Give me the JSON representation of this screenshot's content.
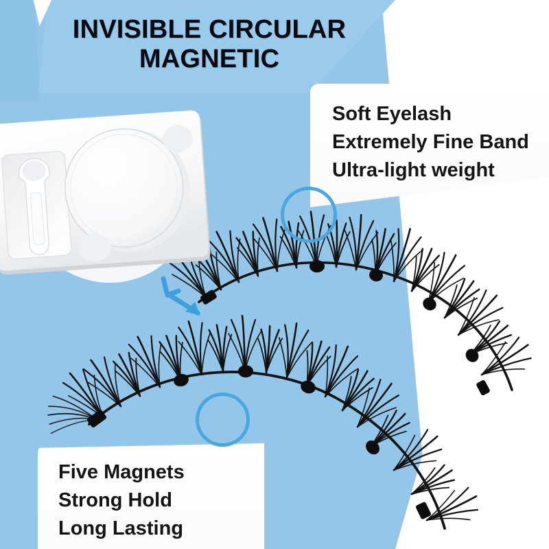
{
  "palette": {
    "background_blue": "#93c6e9",
    "banner_blue": "#9bcbea",
    "accent_blue": "#4ba5de",
    "callout_white": "#fcfcfc",
    "text_dark": "#0a0a14",
    "lash_black": "#111111"
  },
  "banner": {
    "title": "INVISIBLE CIRCULAR\nMAGNETIC"
  },
  "callout_top_right": {
    "lines": [
      "Soft Eyelash",
      "Extremely Fine Band",
      "Ultra-light weight"
    ]
  },
  "callout_bottom_left": {
    "lines": [
      "Five Magnets",
      "Strong Hold",
      "Long Lasting"
    ]
  },
  "annotations": {
    "ring_top_label": "magnet-closeup-ring",
    "ring_bottom_label": "band-closeup-ring",
    "arrow_label": "package-to-lash-arrow"
  },
  "product": {
    "package_label": "magnetic lash blister tray with round case and applicator",
    "lash_top_label": "upper magnetic lash strip",
    "lash_bottom_label": "lower magnetic lash strip",
    "magnet_count": 5
  }
}
